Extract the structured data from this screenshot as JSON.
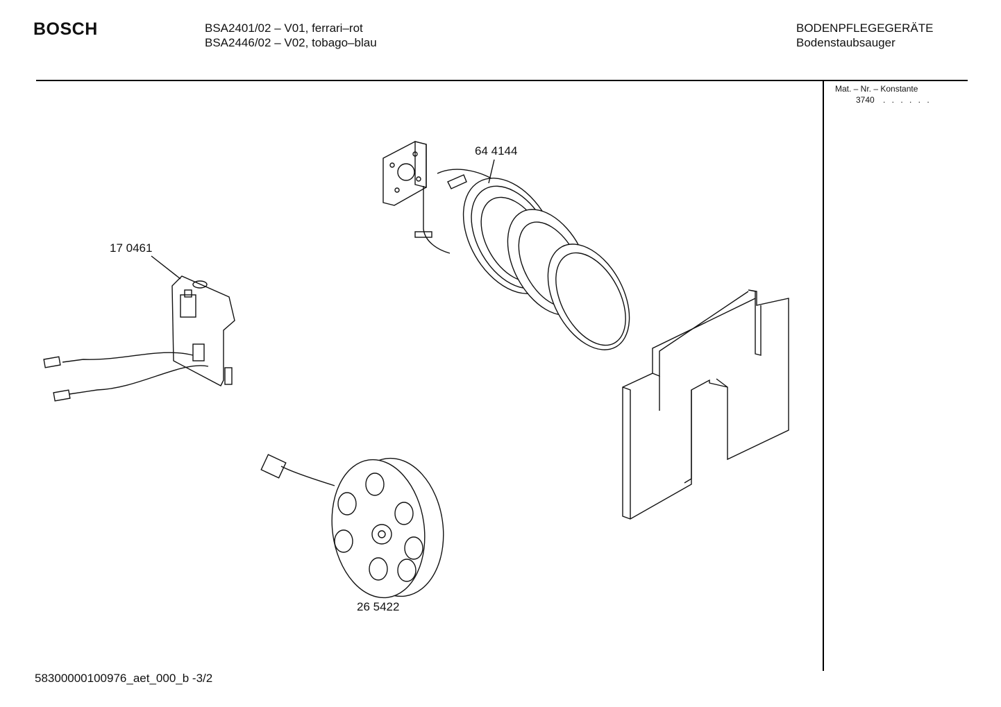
{
  "header": {
    "brand": "BOSCH",
    "model_lines": [
      "BSA2401/02 – V01, ferrari–rot",
      "BSA2446/02 – V02, tobago–blau"
    ],
    "category_lines": [
      "BODENPFLEGEGERÄTE",
      "Bodenstaubsauger"
    ]
  },
  "sidebar": {
    "mat_label": "Mat. – Nr. – Konstante",
    "mat_value": "3740",
    "mat_dots": ". .   . . . ."
  },
  "parts": {
    "motor": "64 4144",
    "switch": "17 0461",
    "cord_reel": "26 5422"
  },
  "footer": {
    "doc_id": "58300000100976_aet_000_b -3/2"
  }
}
